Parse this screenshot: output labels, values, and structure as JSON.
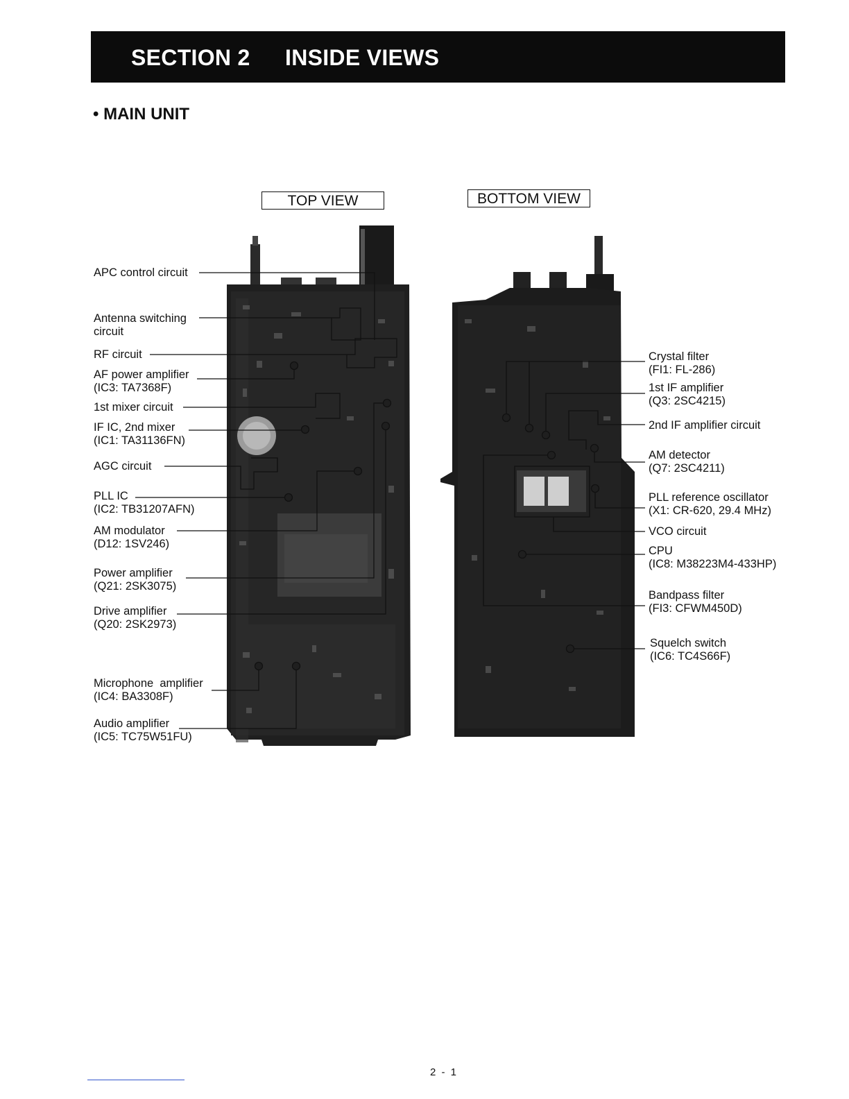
{
  "header": {
    "section": "SECTION 2",
    "title": "INSIDE VIEWS"
  },
  "subheading": "• MAIN UNIT",
  "views": {
    "top": "TOP VIEW",
    "bottom": "BOTTOM VIEW"
  },
  "top_labels": [
    "APC control circuit",
    "Antenna switching\ncircuit",
    "RF circuit",
    "AF power amplifier\n(IC3: TA7368F)",
    "1st mixer circuit",
    "IF IC, 2nd mixer\n(IC1: TA31136FN)",
    "AGC circuit",
    "PLL IC\n(IC2: TB31207AFN)",
    "AM modulator\n(D12: 1SV246)",
    "Power amplifier\n(Q21: 2SK3075)",
    "Drive amplifier\n(Q20: 2SK2973)",
    "Microphone  amplifier\n(IC4: BA3308F)",
    "Audio amplifier\n(IC5: TC75W51FU)"
  ],
  "bottom_labels": [
    "Crystal filter\n(FI1: FL-286)",
    "1st IF amplifier\n(Q3: 2SC4215)",
    "2nd IF amplifier circuit",
    "AM detector\n(Q7: 2SC4211)",
    "PLL reference oscillator\n(X1: CR-620, 29.4 MHz)",
    "VCO circuit",
    "CPU\n(IC8: M38223M4-433HP)",
    "Bandpass filter\n(FI3: CFWM450D)",
    "Squelch switch\n(IC6: TC4S66F)"
  ],
  "page_number": "2 - 1"
}
